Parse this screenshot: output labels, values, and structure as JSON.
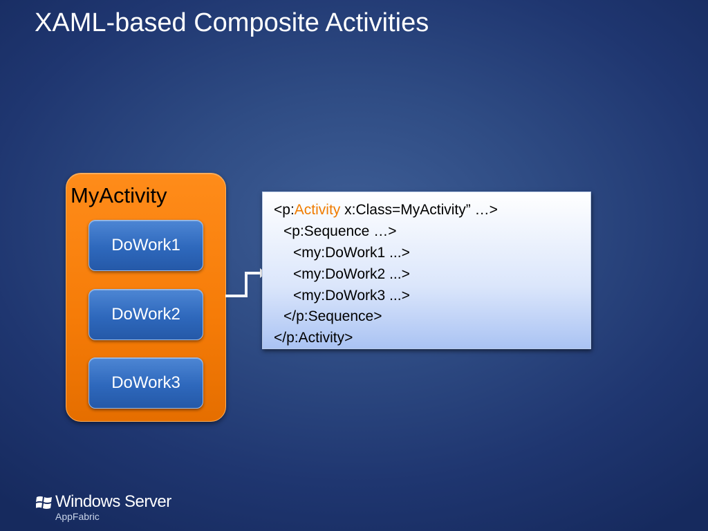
{
  "slide": {
    "title": "XAML-based Composite Activities"
  },
  "diagram": {
    "container_title": "MyActivity",
    "activities": [
      "DoWork1",
      "DoWork2",
      "DoWork3"
    ],
    "code": {
      "line1_pre": "<p:",
      "line1_kw": "Activity",
      "line1_post": " x:Class=MyActivity” …>",
      "line2": "<p:Sequence …>",
      "line3": "<my:DoWork1 ...>",
      "line4": "<my:DoWork2 ...>",
      "line5": "<my:DoWork3 ...>",
      "line6": "</p:Sequence>",
      "line7": "</p:Activity>"
    }
  },
  "logo": {
    "name": "Windows Server",
    "sub": "AppFabric"
  },
  "colors": {
    "background": "#2f4c84",
    "container": "#f57b07",
    "activity": "#2e68bc",
    "keyword": "#f07c00"
  }
}
